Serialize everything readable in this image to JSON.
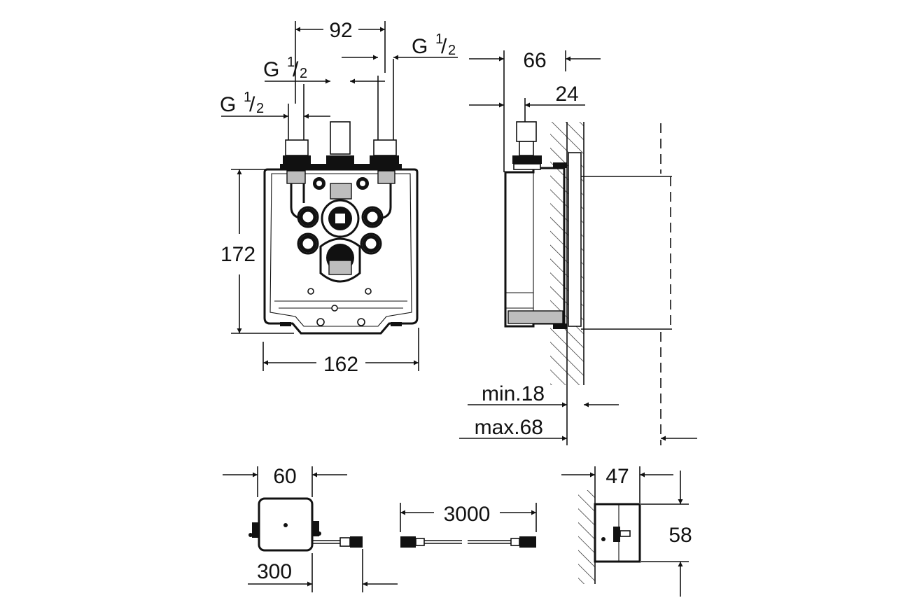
{
  "front_view": {
    "thread_left": {
      "base": "G",
      "num": "1",
      "den": "2"
    },
    "thread_mid": {
      "base": "G",
      "num": "1",
      "den": "2"
    },
    "thread_right": {
      "base": "G",
      "num": "1",
      "den": "2"
    },
    "dim_spacing": "92",
    "dim_height": "172",
    "dim_width": "162"
  },
  "side_view": {
    "dim_depth": "66",
    "dim_offset": "24",
    "dim_min": "min.18",
    "dim_max": "max.68"
  },
  "power_unit": {
    "dim_width": "60",
    "dim_cable": "300"
  },
  "extension_cable": {
    "dim_length": "3000"
  },
  "box_side": {
    "dim_depth": "47",
    "dim_height": "58"
  }
}
